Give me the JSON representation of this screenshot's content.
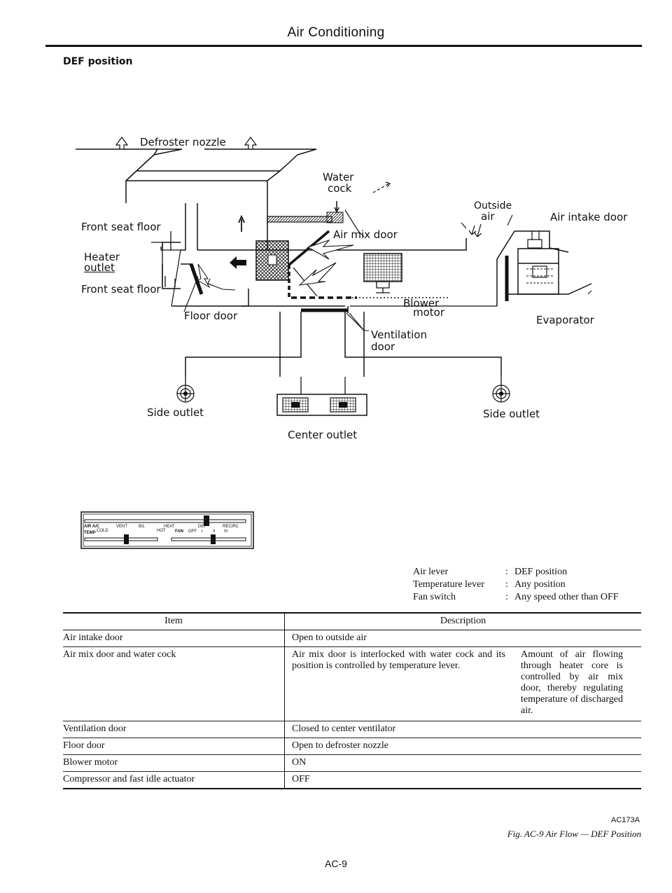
{
  "header": {
    "title": "Air Conditioning",
    "section": "DEF position"
  },
  "diagram": {
    "defroster_nozzle": "Defroster nozzle",
    "water_cock_1": "Water",
    "water_cock_2": "cock",
    "front_seat_floor_top": "Front seat floor",
    "heater_outlet_1": "Heater",
    "heater_outlet_2": "outlet",
    "front_seat_floor_bottom": "Front seat floor",
    "floor_door": "Floor door",
    "air_mix_door": "Air mix door",
    "outside_air_1": "Outside",
    "outside_air_2": "air",
    "air_intake_door": "Air intake door",
    "blower_motor_1": "Blower",
    "blower_motor_2": "motor",
    "evaporator": "Evaporator",
    "ventilation_door_1": "Ventilation",
    "ventilation_door_2": "door",
    "side_outlet_left": "Side outlet",
    "side_outlet_right": "Side outlet",
    "center_outlet": "Center outlet"
  },
  "control_panel": {
    "air": "AIR A/C",
    "vent": "VENT",
    "bilevel": "B/L",
    "heat": "HEAT",
    "def": "DEF",
    "recirc": "RECIRC",
    "temp": "TEMP",
    "cold": "COLD",
    "hot": "HOT",
    "fan": "FAN",
    "off": "OFF",
    "speeds": [
      "I",
      "II",
      "III"
    ]
  },
  "settings": [
    {
      "name": "Air lever",
      "value": "DEF position"
    },
    {
      "name": "Temperature lever",
      "value": "Any position"
    },
    {
      "name": "Fan switch",
      "value": "Any speed other than OFF"
    }
  ],
  "table": {
    "head_item": "Item",
    "head_desc": "Description",
    "rows": [
      {
        "item": "Air intake door",
        "desc": "Open to outside air"
      },
      {
        "item": "Air mix door and water cock",
        "desc": "Air mix door is interlocked with water cock and its position is controlled by temperature lever.",
        "note": "Amount of air flowing through heater core is controlled by air mix door, thereby regulating temperature of discharged air."
      },
      {
        "item": "Ventilation door",
        "desc": "Closed to center ventilator"
      },
      {
        "item": "Floor door",
        "desc": "Open to defroster nozzle"
      },
      {
        "item": "Blower motor",
        "desc": "ON"
      },
      {
        "item": "Compressor and fast idle actuator",
        "desc": "OFF"
      }
    ]
  },
  "figure": {
    "code": "AC173A",
    "caption": "Fig. AC-9 Air Flow — DEF Position"
  },
  "page_number": "AC-9"
}
